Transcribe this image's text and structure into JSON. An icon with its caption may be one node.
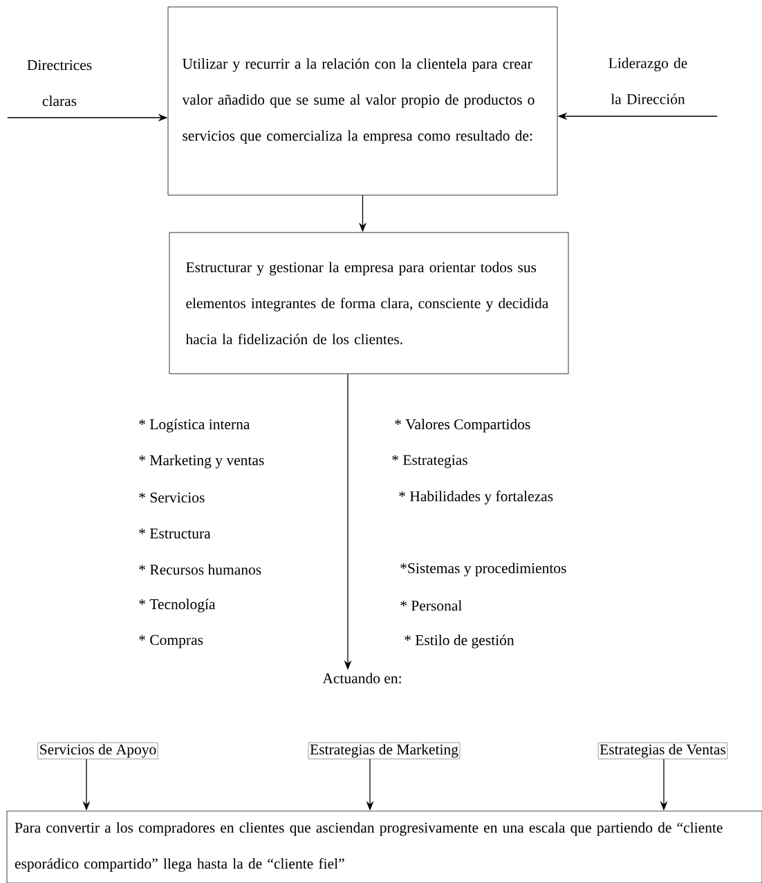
{
  "diagram": {
    "nodes": [
      {
        "text": [
          "Utilizar y recurrir a la relación con la clientela para crear valor añadido que se sume al valor propio de productos o servicios que comercializa la empresa como resultado de:"
        ]
      },
      {
        "text": [
          "Directrices claras"
        ]
      },
      {
        "text": [
          "Liderazgo de la Dirección"
        ]
      },
      {
        "text": [
          "Estructurar y gestionar la empresa para orientar todos sus elementos integrantes de forma clara, consciente y decidida hacia la fidelización de los clientes."
        ]
      },
      {
        "text": [
          "Actuando en:"
        ]
      },
      {
        "text": [
          "Servicios de Apoyo"
        ]
      },
      {
        "text": [
          "Estrategias de Marketing"
        ]
      },
      {
        "text": [
          "Estrategias de Ventas"
        ]
      },
      {
        "text": [
          "Para convertir a los compradores en clientes que asciendan progresivamente en una escala que partiendo de “cliente esporádico compartido” llega hasta la de “cliente fiel”"
        ]
      }
    ],
    "edges": [
      {
        "from": 1,
        "to": 0,
        "arrow": "to"
      },
      {
        "from": 2,
        "to": 0,
        "arrow": "to"
      },
      {
        "from": 0,
        "to": 3,
        "arrow": "to"
      },
      {
        "from": 3,
        "to": 4,
        "arrow": "to"
      },
      {
        "from": 5,
        "to": 8,
        "arrow": "to"
      },
      {
        "from": 6,
        "to": 8,
        "arrow": "to"
      },
      {
        "from": 7,
        "to": 8,
        "arrow": "to"
      }
    ],
    "labels": [
      "* Logística interna",
      "* Marketing y ventas",
      "* Servicios",
      "* Estructura",
      "* Recursos humanos",
      "* Tecnología",
      "* Compras",
      "* Valores Compartidos",
      "* Estrategias",
      "* Habilidades y fortalezas",
      "*Sistemas y procedimientos",
      "* Personal",
      "* Estilo de gestión"
    ]
  }
}
